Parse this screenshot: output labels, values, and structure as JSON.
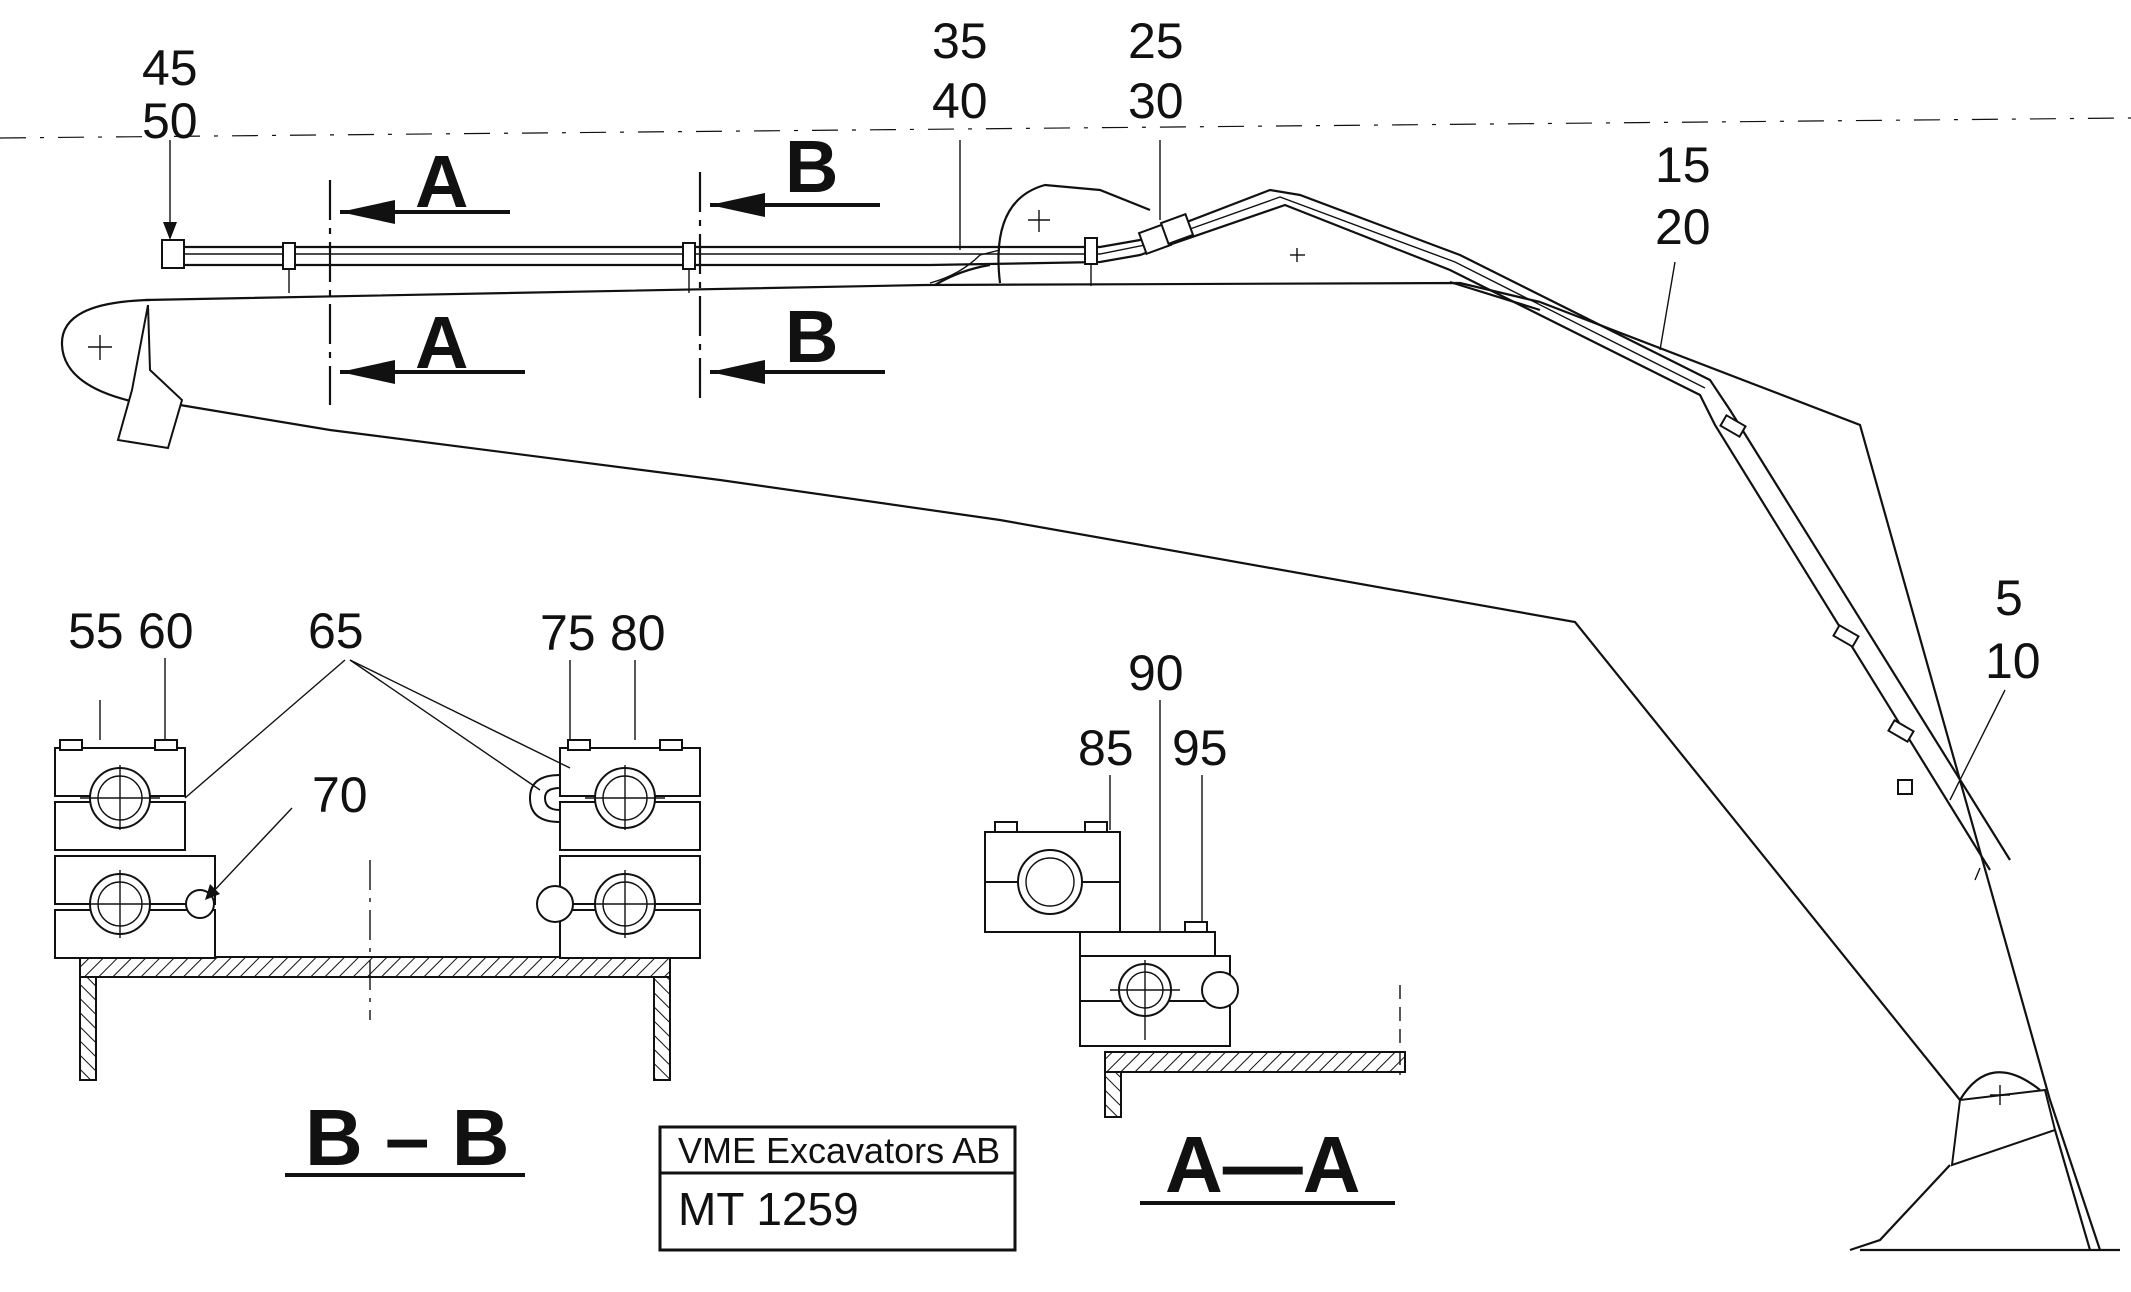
{
  "callouts": {
    "c45": "45",
    "c50": "50",
    "c35": "35",
    "c40": "40",
    "c25": "25",
    "c30": "30",
    "c15": "15",
    "c20": "20",
    "c5": "5",
    "c10": "10",
    "c55": "55",
    "c60": "60",
    "c65": "65",
    "c70": "70",
    "c75": "75",
    "c80": "80",
    "c85": "85",
    "c90": "90",
    "c95": "95"
  },
  "section_markers": {
    "a": "A",
    "b": "B"
  },
  "section_views": {
    "bb": "B – B",
    "aa": "A—A"
  },
  "title_block": {
    "company": "VME Excavators AB",
    "drawing_no": "MT 1259"
  }
}
